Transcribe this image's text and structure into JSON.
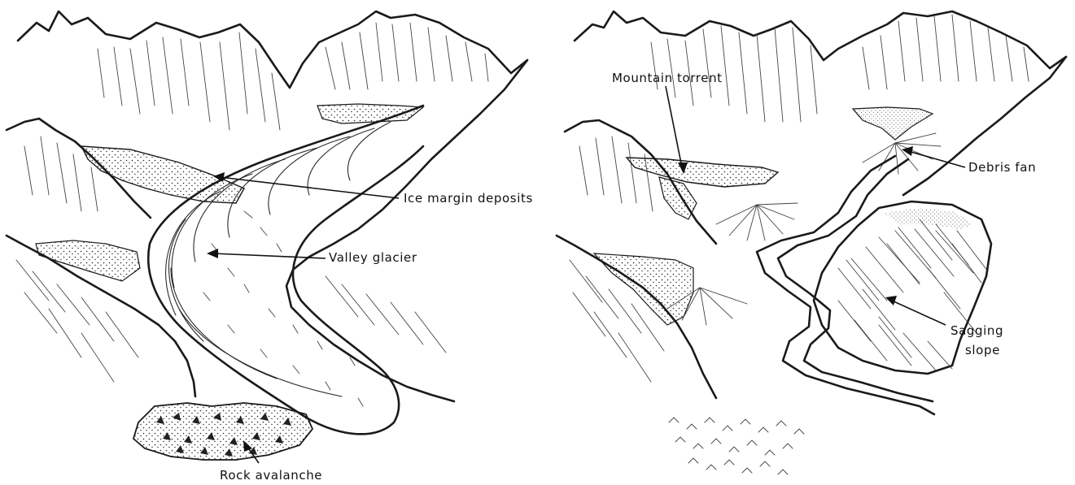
{
  "left_panel": {
    "labels": {
      "ice_margin_deposits": "Ice margin deposits",
      "valley_glacier": "Valley glacier",
      "rock_avalanche": "Rock avalanche"
    }
  },
  "right_panel": {
    "labels": {
      "mountain_torrent": "Mountain torrent",
      "debris_fan": "Debris fan",
      "sagging_slope_line1": "Sagging",
      "sagging_slope_line2": "slope"
    }
  }
}
